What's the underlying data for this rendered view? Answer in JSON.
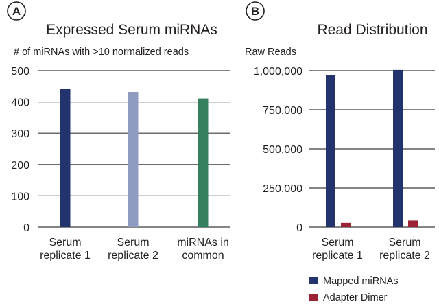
{
  "colors": {
    "text": "#231f20",
    "grid": "#3b3b3b",
    "navy": "#23336e",
    "lavender": "#8f9cc0",
    "green": "#35805f",
    "crimson": "#9b2335"
  },
  "legend": {
    "items": [
      {
        "label": "Mapped miRNAs",
        "color": "#23336e"
      },
      {
        "label": "Adapter Dimer",
        "color": "#9b2335"
      }
    ]
  },
  "chart_data": [
    {
      "panel": "A",
      "type": "bar",
      "title": "Expressed Serum miRNAs",
      "ylabel": "# of miRNAs with >10 normalized reads",
      "xlabel": "",
      "categories": [
        "Serum replicate 1",
        "Serum replicate 2",
        "miRNAs in common"
      ],
      "category_lines": [
        [
          "Serum",
          "replicate 1"
        ],
        [
          "Serum",
          "replicate 2"
        ],
        [
          "miRNAs in",
          "common"
        ]
      ],
      "values": [
        443,
        432,
        411
      ],
      "bar_colors": [
        "#23336e",
        "#8f9cc0",
        "#35805f"
      ],
      "ylim": [
        0,
        500
      ],
      "yticks": [
        0,
        100,
        200,
        300,
        400,
        500
      ],
      "ytick_labels": [
        "0",
        "100",
        "200",
        "300",
        "400",
        "500"
      ],
      "grid": true
    },
    {
      "panel": "B",
      "type": "bar",
      "title": "Read Distribution",
      "ylabel": "Raw Reads",
      "xlabel": "",
      "categories": [
        "Serum replicate 1",
        "Serum replicate 2"
      ],
      "category_lines": [
        [
          "Serum",
          "replicate 1"
        ],
        [
          "Serum",
          "replicate 2"
        ]
      ],
      "series": [
        {
          "name": "Mapped miRNAs",
          "values": [
            973000,
            1005000
          ],
          "color": "#23336e"
        },
        {
          "name": "Adapter Dimer",
          "values": [
            27000,
            42000
          ],
          "color": "#9b2335"
        }
      ],
      "ylim": [
        0,
        1000000
      ],
      "yticks": [
        0,
        250000,
        500000,
        750000,
        1000000
      ],
      "ytick_labels": [
        "0",
        "250,000",
        "500,000",
        "750,000",
        "1,000,000"
      ],
      "grid": true,
      "legend_position": "bottom-right"
    }
  ]
}
